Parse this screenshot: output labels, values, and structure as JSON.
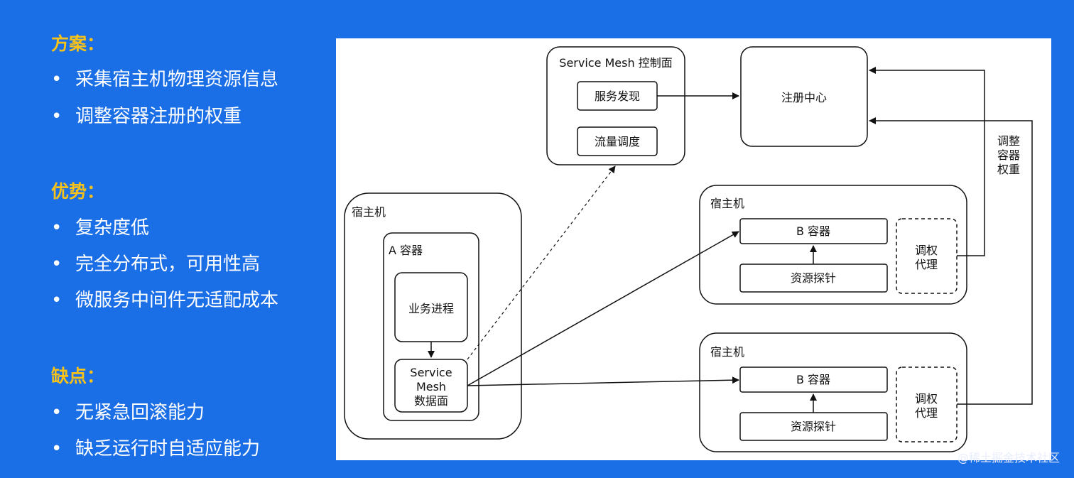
{
  "left": {
    "sections": [
      {
        "title": "方案：",
        "bullets": [
          "采集宿主机物理资源信息",
          "调整容器注册的权重"
        ]
      },
      {
        "title": "优势：",
        "bullets": [
          "复杂度低",
          "完全分布式，可用性高",
          "微服务中间件无适配成本"
        ]
      },
      {
        "title": "缺点：",
        "bullets": [
          "无紧急回滚能力",
          "缺乏运行时自适应能力"
        ]
      }
    ],
    "bullet_symbol": "•"
  },
  "diagram": {
    "control_plane": {
      "title": "Service Mesh 控制面",
      "items": [
        "服务发现",
        "流量调度"
      ]
    },
    "registry": "注册中心",
    "adjust_label": [
      "调整",
      "容器",
      "权重"
    ],
    "host_a": {
      "title": "宿主机",
      "container": "A 容器",
      "process": "业务进程",
      "dataplane": [
        "Service",
        "Mesh",
        "数据面"
      ]
    },
    "host_b1": {
      "title": "宿主机",
      "container": "B 容器",
      "probe": "资源探针",
      "proxy": [
        "调权",
        "代理"
      ]
    },
    "host_b2": {
      "title": "宿主机",
      "container": "B 容器",
      "probe": "资源探针",
      "proxy": [
        "调权",
        "代理"
      ]
    }
  },
  "watermark": "@稀土掘金技术社区"
}
